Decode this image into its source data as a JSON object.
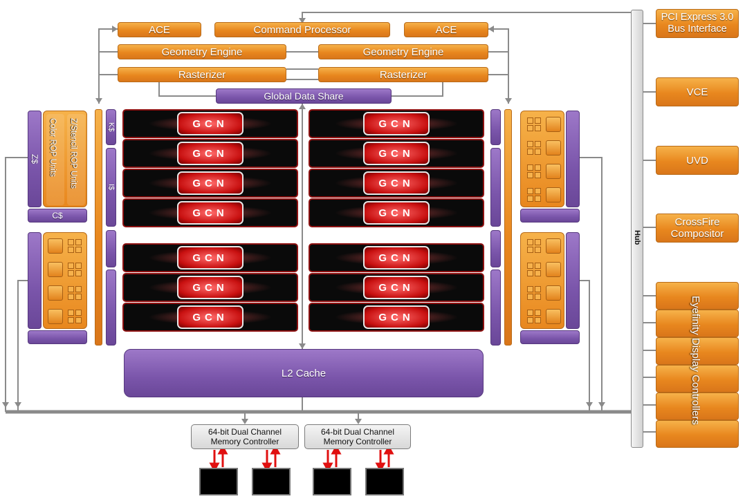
{
  "top": {
    "ace_left": "ACE",
    "command_processor": "Command Processor",
    "ace_right": "ACE",
    "geometry_engine_left": "Geometry Engine",
    "geometry_engine_right": "Geometry Engine",
    "rasterizer_left": "Rasterizer",
    "rasterizer_right": "Rasterizer",
    "global_data_share": "Global Data Share"
  },
  "compute_units": {
    "label": "GCN",
    "left_column": [
      "GCN",
      "GCN",
      "GCN",
      "GCN",
      "GCN",
      "GCN",
      "GCN"
    ],
    "right_column": [
      "GCN",
      "GCN",
      "GCN",
      "GCN",
      "GCN",
      "GCN",
      "GCN"
    ]
  },
  "left_side": {
    "z_cache": "Z$",
    "color_rop_units": "Color ROP Units",
    "z_stencil_rop_units": "Z/Stencil ROP Units",
    "c_cache": "C$",
    "k_cache": "K$",
    "i_cache": "I$"
  },
  "l2_cache": "L2 Cache",
  "memory_controllers": [
    {
      "line1": "64-bit Dual Channel",
      "line2": "Memory Controller"
    },
    {
      "line1": "64-bit Dual Channel",
      "line2": "Memory Controller"
    }
  ],
  "right_panel": {
    "pcie": {
      "line1": "PCI Express 3.0",
      "line2": "Bus Interface"
    },
    "vce": "VCE",
    "uvd": "UVD",
    "crossfire": {
      "line1": "CrossFire",
      "line2": "Compositor"
    },
    "eyefinity": "Eyefinity Display Controllers",
    "hub": "Hub"
  },
  "colors": {
    "orange": "#e8871e",
    "purple": "#7a55aa",
    "gcn_border": "#8e1212",
    "arrow_red": "#e01010",
    "wire_gray": "#8a8a8a"
  }
}
